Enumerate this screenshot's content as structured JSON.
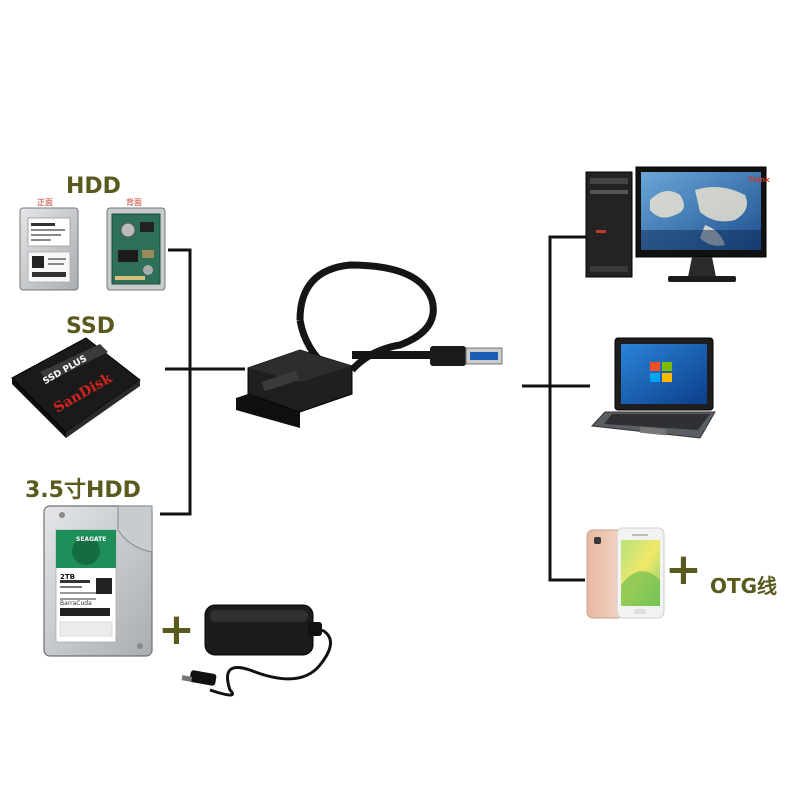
{
  "labels": {
    "hdd": "HDD",
    "hdd_front": "正面",
    "hdd_back": "背面",
    "ssd": "SSD",
    "hdd35": "3.5寸HDD",
    "plus_power": "+",
    "plus_otg": "+",
    "otg": "OTG线"
  },
  "ssd_label": {
    "model": "SSD PLUS",
    "brand": "SanDisk"
  },
  "hdd35_label": {
    "brand": "SEAGATE",
    "capacity": "2TB",
    "series": "BarraCuda"
  },
  "monitor_text": "Think",
  "colors": {
    "label": "#5b5a1e",
    "line": "#111111",
    "accent_red": "#c0392b",
    "usb_blue": "#1a5fb4"
  }
}
